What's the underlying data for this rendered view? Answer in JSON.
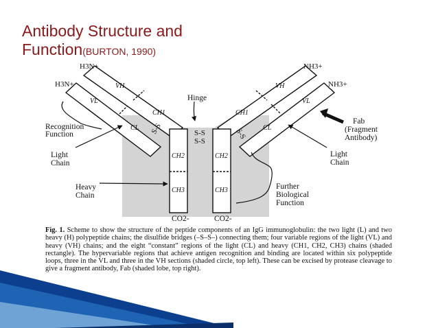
{
  "slide": {
    "title_line1": "Antibody Structure and",
    "title_line2": "Function",
    "title_citation": "(BURTON, 1990)"
  },
  "colors": {
    "title": "#8a1a1a",
    "shaded_region": "#d4d4d4",
    "accent_stripe": "#0d3f8f"
  },
  "diagram": {
    "labels": {
      "h3n_top": "H3N+",
      "h3n_left": "H3N+",
      "nh3_top": "NH3+",
      "nh3_right": "NH3+",
      "hinge": "Hinge",
      "recognition_1": "Recognition",
      "recognition_2": "Function",
      "light_chain_left_1": "Light",
      "light_chain_left_2": "Chain",
      "heavy_chain_1": "Heavy",
      "heavy_chain_2": "Chain",
      "light_chain_right_1": "Light",
      "light_chain_right_2": "Chain",
      "fab_1": "Fab",
      "fab_2": "(Fragment",
      "fab_3": "Antibody)",
      "further_1": "Further",
      "further_2": "Biological",
      "further_3": "Function",
      "co2_left": "CO2-",
      "co2_right": "CO2-",
      "disulfide": "S-S"
    },
    "domains": {
      "vh": "VH",
      "vl": "VL",
      "ch1": "CH1",
      "cl": "CL",
      "ch2": "CH2",
      "ch3": "CH3"
    }
  },
  "caption": {
    "fig_label": "Fig. 1.",
    "text": "Scheme to show the structure of the peptide components of an IgG immunoglobulin: the two light (L) and two heavy (H) polypeptide chains; the disulfide bridges (–S–S–) connecting them; four variable regions of the light (VL) and heavy (VH) chains; and the eight “constant” regions of the light (CL) and heavy (CH1, CH2, CH3) chains (shaded rectangle). The hypervariable regions that achieve antigen recognition and binding are located within six polypeptide loops, three in the VL and three in the VH sections (shaded circle, top left). These can be excised by protease cleavage to give a fragment antibody, Fab (shaded lobe, top right)."
  }
}
